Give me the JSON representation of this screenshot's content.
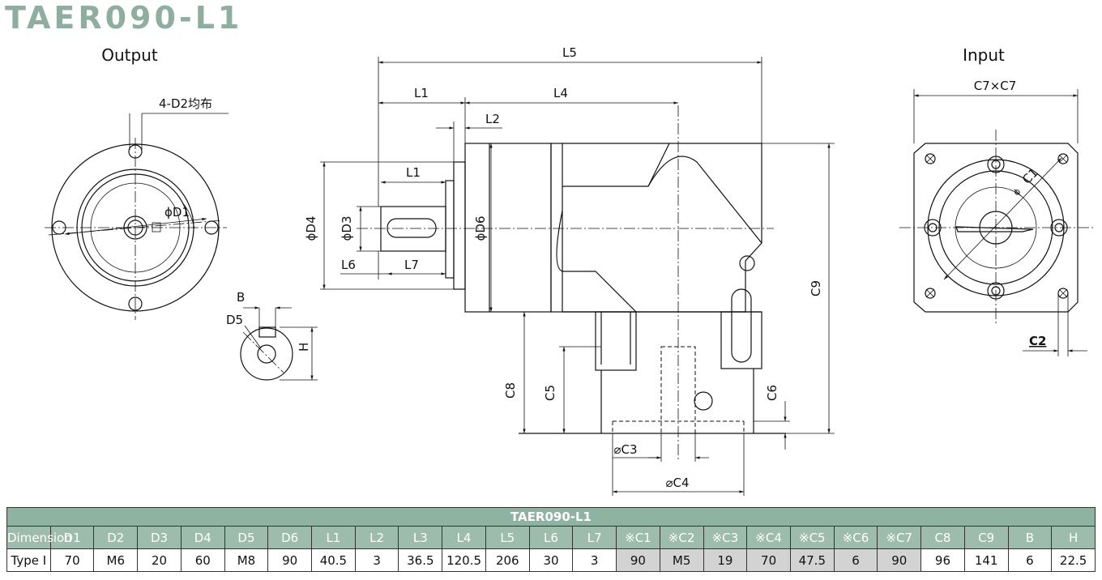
{
  "title": "TAER090-L1",
  "title_color": "#8fae9f",
  "views": {
    "output_label": "Output",
    "input_label": "Input"
  },
  "labels": {
    "d2_note": "4-D2均布",
    "phi_d1": "ϕD1",
    "b": "B",
    "d5": "D5",
    "h": "H",
    "l5": "L5",
    "l1_top": "L1",
    "l4": "L4",
    "l2": "L2",
    "l1_inner": "L1",
    "phi_d4": "ϕD4",
    "phi_d3": "ϕD3",
    "phi_d6": "ϕD6",
    "l6": "L6",
    "l7": "L7",
    "c9": "C9",
    "c8": "C8",
    "c5": "C5",
    "c6": "C6",
    "c3": "⌀C3",
    "c4": "⌀C4",
    "c7xc7": "C7×C7",
    "c1": "C1",
    "phi_small": "ϕ",
    "c2": "C2"
  },
  "table": {
    "caption": "TAER090-L1",
    "header_color": "#9dbcab",
    "headers": [
      "Dimension",
      "D1",
      "D2",
      "D3",
      "D4",
      "D5",
      "D6",
      "L1",
      "L2",
      "L3",
      "L4",
      "L5",
      "L6",
      "L7",
      "※C1",
      "※C2",
      "※C3",
      "※C4",
      "※C5",
      "※C6",
      "※C7",
      "C8",
      "C9",
      "B",
      "H"
    ],
    "values": [
      "Type I",
      "70",
      "M6",
      "20",
      "60",
      "M8",
      "90",
      "40.5",
      "3",
      "36.5",
      "120.5",
      "206",
      "30",
      "3",
      "90",
      "M5",
      "19",
      "70",
      "47.5",
      "6",
      "90",
      "96",
      "141",
      "6",
      "22.5"
    ]
  }
}
